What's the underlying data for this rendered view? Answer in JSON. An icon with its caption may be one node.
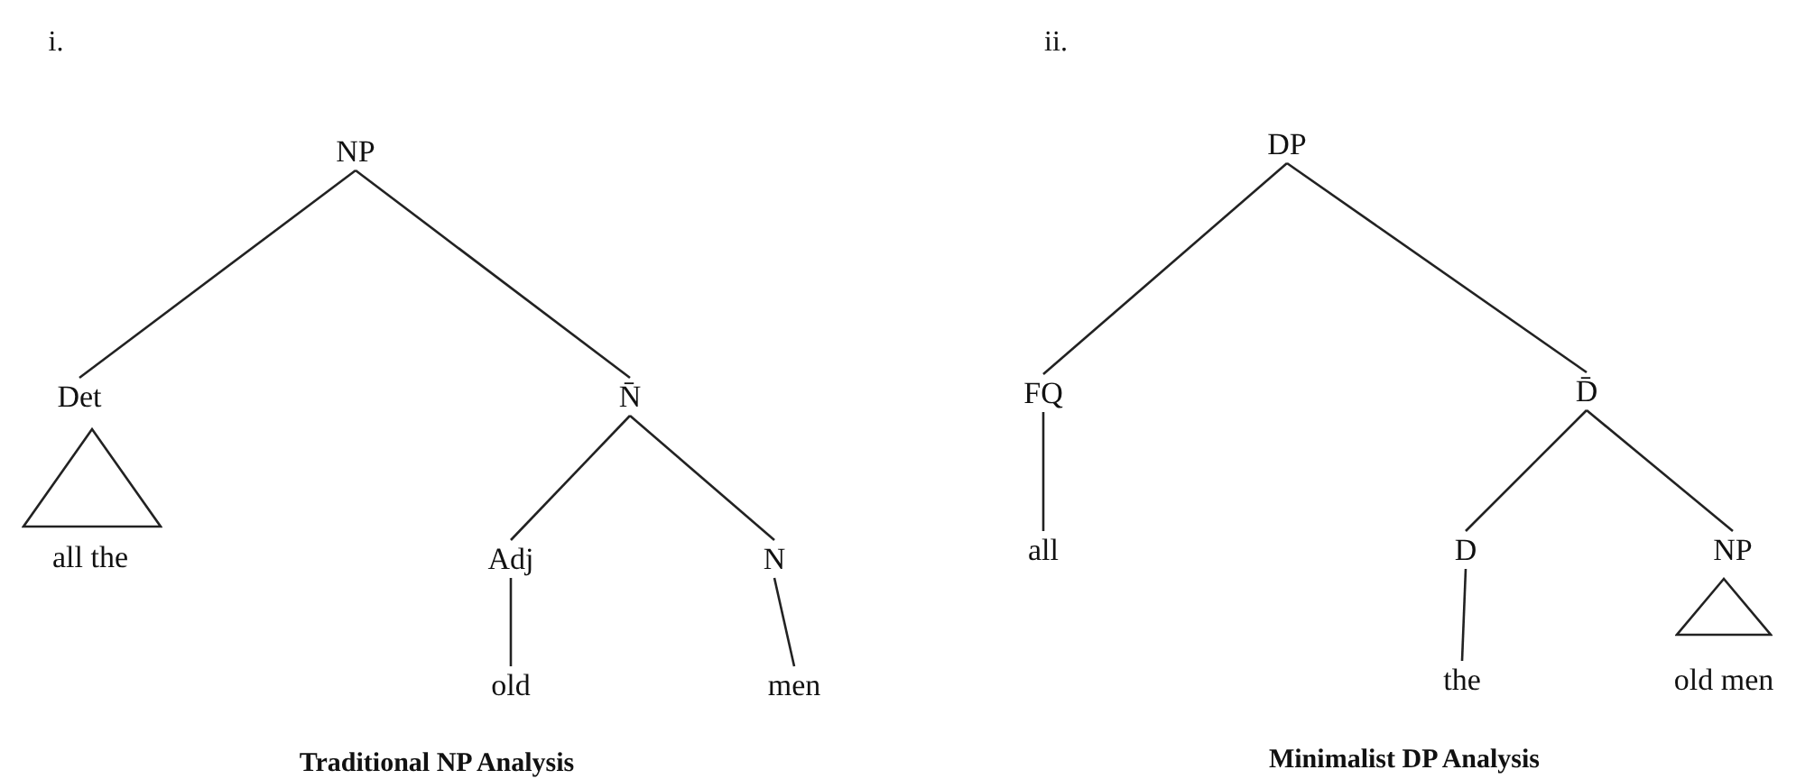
{
  "diagram": {
    "nodes": [
      {
        "text": [
          "NP"
        ]
      },
      {
        "text": [
          "Det"
        ]
      },
      {
        "text": [
          "N̄"
        ]
      },
      {
        "text": [],
        "shape": "triangle"
      },
      {
        "text": [
          "all the"
        ]
      },
      {
        "text": [
          "Adj"
        ]
      },
      {
        "text": [
          "N"
        ]
      },
      {
        "text": [
          "old"
        ]
      },
      {
        "text": [
          "men"
        ]
      },
      {
        "text": [
          "DP"
        ]
      },
      {
        "text": [
          "FQ"
        ]
      },
      {
        "text": [
          "D̄"
        ]
      },
      {
        "text": [
          "all"
        ]
      },
      {
        "text": [
          "D"
        ]
      },
      {
        "text": [
          "NP"
        ]
      },
      {
        "text": [
          "the"
        ]
      },
      {
        "text": [],
        "shape": "triangle"
      },
      {
        "text": [
          "old men"
        ]
      }
    ],
    "edges": [
      {
        "from": 0,
        "to": 1,
        "arrow": "none"
      },
      {
        "from": 0,
        "to": 2,
        "arrow": "none"
      },
      {
        "from": 2,
        "to": 5,
        "arrow": "none"
      },
      {
        "from": 2,
        "to": 6,
        "arrow": "none"
      },
      {
        "from": 5,
        "to": 7,
        "arrow": "none"
      },
      {
        "from": 6,
        "to": 8,
        "arrow": "none"
      },
      {
        "from": 9,
        "to": 10,
        "arrow": "none"
      },
      {
        "from": 9,
        "to": 11,
        "arrow": "none"
      },
      {
        "from": 10,
        "to": 12,
        "arrow": "none"
      },
      {
        "from": 11,
        "to": 13,
        "arrow": "none"
      },
      {
        "from": 11,
        "to": 14,
        "arrow": "none"
      },
      {
        "from": 13,
        "to": 15,
        "arrow": "none"
      }
    ],
    "labels": [
      "i.",
      "ii.",
      "Traditional NP Analysis",
      "Minimalist DP Analysis"
    ]
  }
}
